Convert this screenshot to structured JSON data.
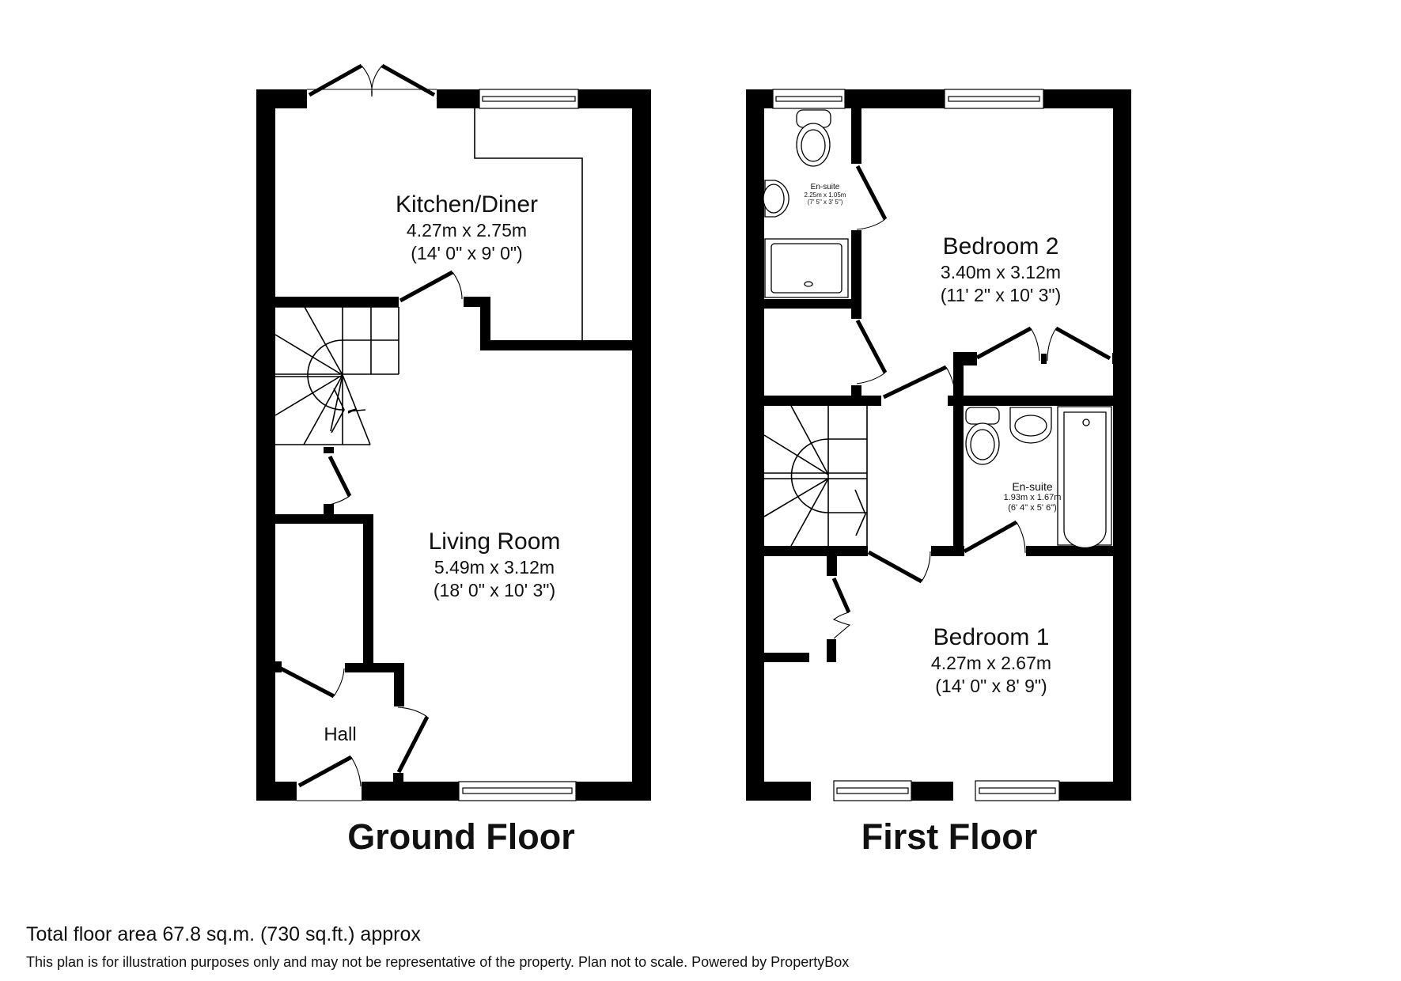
{
  "ground_floor": {
    "title": "Ground Floor",
    "rooms": [
      {
        "name": "Kitchen/Diner",
        "metric": "4.27m x 2.75m",
        "imperial": "(14' 0\" x 9' 0\")"
      },
      {
        "name": "Living Room",
        "metric": "5.49m x 3.12m",
        "imperial": "(18' 0\" x 10' 3\")"
      },
      {
        "name": "Hall"
      }
    ]
  },
  "first_floor": {
    "title": "First Floor",
    "rooms": [
      {
        "name": "En-suite",
        "metric": "2.25m x 1.05m",
        "imperial": "(7' 5\" x 3' 5\")"
      },
      {
        "name": "Bedroom 2",
        "metric": "3.40m x 3.12m",
        "imperial": "(11' 2\" x 10' 3\")"
      },
      {
        "name": "En-suite",
        "metric": "1.93m x 1.67m",
        "imperial": "(6' 4\" x 5' 6\")"
      },
      {
        "name": "Bedroom 1",
        "metric": "4.27m x 2.67m",
        "imperial": "(14' 0\" x 8' 9\")"
      }
    ]
  },
  "footer": {
    "total_area": "Total floor area 67.8 sq.m. (730 sq.ft.) approx",
    "disclaimer": "This plan is for illustration purposes only and may not be representative of the property. Plan not to scale. Powered by PropertyBox"
  }
}
